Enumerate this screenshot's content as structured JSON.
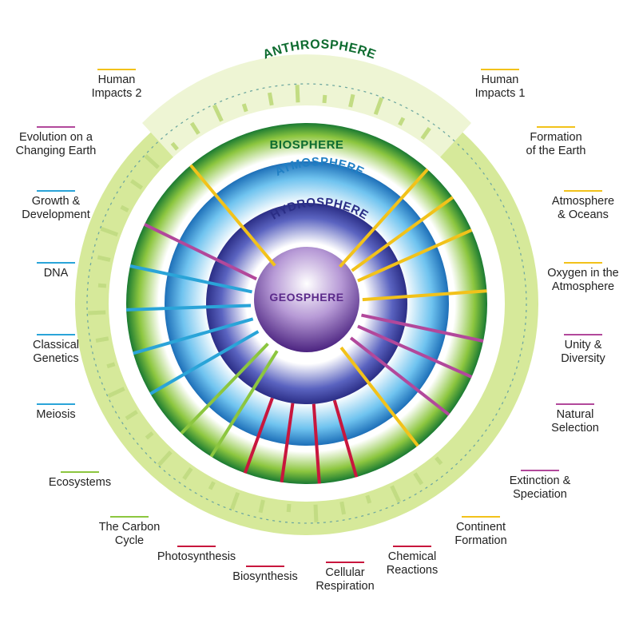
{
  "spheres": {
    "anthrosphere": {
      "label": "ANTHROSPHERE",
      "color": "#0d6b2f"
    },
    "biosphere": {
      "label": "BIOSPHERE",
      "color": "#0d6b2f"
    },
    "atmosphere": {
      "label": "ATMOSPHERE",
      "color": "#1f7fc4"
    },
    "hydrosphere": {
      "label": "HYDROSPHERE",
      "color": "#2b2e86"
    },
    "geosphere": {
      "label": "GEOSPHERE",
      "color": "#5b2a8a"
    }
  },
  "category_colors": {
    "earth": "#f2c21a",
    "evolution": "#b2489b",
    "genetics": "#2aa4d8",
    "ecology": "#8cc63f",
    "biochemistry": "#c8163d"
  },
  "topics": [
    {
      "label": "Human\nImpacts 1",
      "category": "earth"
    },
    {
      "label": "Formation\nof the Earth",
      "category": "earth"
    },
    {
      "label": "Atmosphere\n& Oceans",
      "category": "earth"
    },
    {
      "label": "Oxygen in the\nAtmosphere",
      "category": "earth"
    },
    {
      "label": "Unity &\nDiversity",
      "category": "evolution"
    },
    {
      "label": "Natural\nSelection",
      "category": "evolution"
    },
    {
      "label": "Extinction &\nSpeciation",
      "category": "evolution"
    },
    {
      "label": "Continent\nFormation",
      "category": "earth"
    },
    {
      "label": "Chemical\nReactions",
      "category": "biochemistry"
    },
    {
      "label": "Cellular\nRespiration",
      "category": "biochemistry"
    },
    {
      "label": "Biosynthesis",
      "category": "biochemistry"
    },
    {
      "label": "Photosynthesis",
      "category": "biochemistry"
    },
    {
      "label": "The Carbon\nCycle",
      "category": "ecology"
    },
    {
      "label": "Ecosystems",
      "category": "ecology"
    },
    {
      "label": "Meiosis",
      "category": "genetics"
    },
    {
      "label": "Classical\nGenetics",
      "category": "genetics"
    },
    {
      "label": "DNA",
      "category": "genetics"
    },
    {
      "label": "Growth &\nDevelopment",
      "category": "genetics"
    },
    {
      "label": "Evolution on a\nChanging Earth",
      "category": "evolution"
    },
    {
      "label": "Human\nImpacts 2",
      "category": "earth"
    }
  ]
}
